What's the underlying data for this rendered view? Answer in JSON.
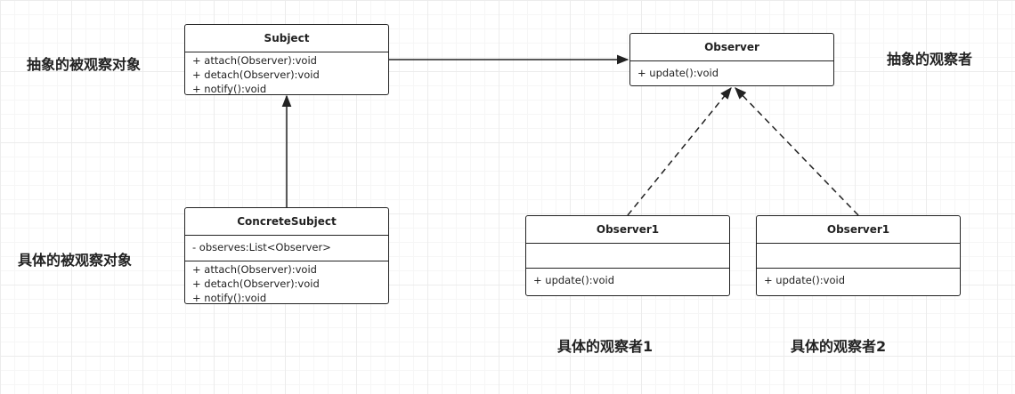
{
  "subject": {
    "name": "Subject",
    "operations": [
      "+ attach(Observer):void",
      "+ detach(Observer):void",
      "+ notify():void"
    ]
  },
  "concrete_subject": {
    "name": "ConcreteSubject",
    "attributes": [
      "- observes:List<Observer>"
    ],
    "operations": [
      "+ attach(Observer):void",
      "+ detach(Observer):void",
      "+ notify():void"
    ]
  },
  "observer": {
    "name": "Observer",
    "operations": [
      "+ update():void"
    ]
  },
  "observer1": {
    "name": "Observer1",
    "operations": [
      "+ update():void"
    ]
  },
  "observer2": {
    "name": "Observer1",
    "operations": [
      "+ update():void"
    ]
  },
  "labels": {
    "abstract_subject": "抽象的被观察对象",
    "concrete_subject": "具体的被观察对象",
    "abstract_observer": "抽象的观察者",
    "concrete_observer1": "具体的观察者1",
    "concrete_observer2": "具体的观察者2"
  }
}
